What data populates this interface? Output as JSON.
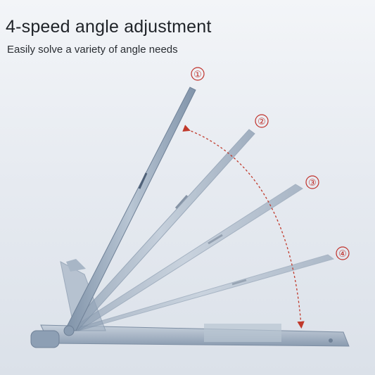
{
  "header": {
    "title": "4-speed angle adjustment",
    "subtitle": "Easily solve a variety of angle needs"
  },
  "angle_markers": [
    "①",
    "②",
    "③",
    "④"
  ],
  "colors": {
    "marker_red": "#c0322c",
    "panel_blue": "#8fa2b6",
    "arc_red": "#c0392b"
  }
}
